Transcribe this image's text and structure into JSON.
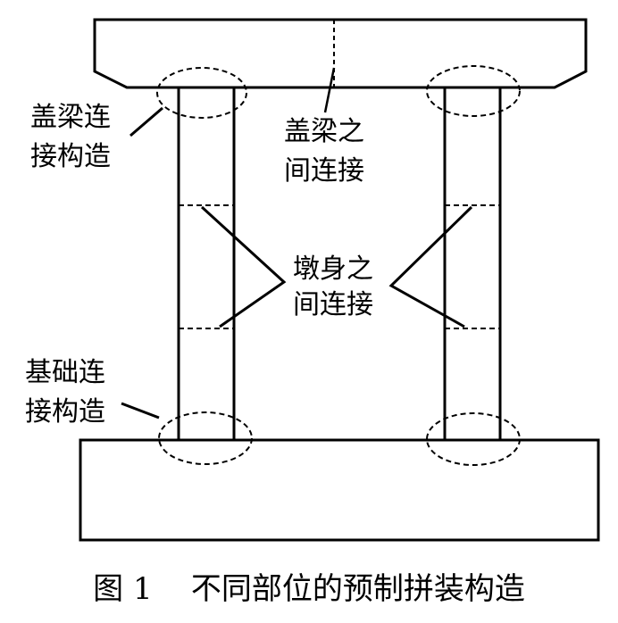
{
  "labels": {
    "cap_beam_connection": [
      "盖梁连",
      "接构造"
    ],
    "between_cap_beams": [
      "盖梁之",
      "间连接"
    ],
    "between_pier_body": [
      "墩身之",
      "间连接"
    ],
    "foundation_connection": [
      "基础连",
      "接构造"
    ]
  },
  "caption": "图 1    不同部位的预制拼装构造",
  "colors": {
    "stroke": "#000000",
    "background": "#ffffff"
  }
}
